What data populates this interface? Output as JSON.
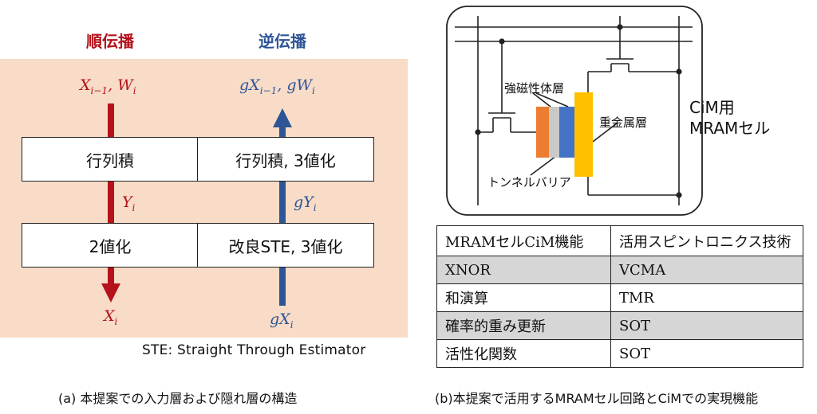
{
  "panel_a": {
    "forward_header": "順伝播",
    "backward_header": "逆伝播",
    "fwd_input_main": "X",
    "fwd_input_sub": "i−1",
    "fwd_input_sep": ", ",
    "fwd_input_w": "W",
    "fwd_input_wsub": "i",
    "bwd_output_main": "gX",
    "bwd_output_sub": "i−1",
    "bwd_output_sep": ", ",
    "bwd_output_w": "gW",
    "bwd_output_wsub": "i",
    "row1_left": "行列積",
    "row1_right": "行列積, 3値化",
    "fwd_mid_main": "Y",
    "fwd_mid_sub": "i",
    "bwd_mid_main": "gY",
    "bwd_mid_sub": "i",
    "row2_left": "2値化",
    "row2_right": "改良STE, 3値化",
    "fwd_out_main": "X",
    "fwd_out_sub": "i",
    "bwd_in_main": "gX",
    "bwd_in_sub": "i",
    "ste_footnote": "STE: Straight Through Estimator",
    "caption": "(a) 本提案での入力層および隠れ層の構造"
  },
  "panel_b": {
    "circuit": {
      "label_ferro": "強磁性体層",
      "label_metal": "重金属層",
      "label_tunnel": "トンネルバリア",
      "cim_label_line1": "CiM用",
      "cim_label_line2": "MRAMセル",
      "colors": {
        "free_layer": "#ed7d31",
        "barrier": "#c9c9c9",
        "fixed_layer": "#4472c4",
        "heavy_metal": "#ffc000"
      }
    },
    "table": {
      "headers": [
        "MRAMセルCiM機能",
        "活用スピントロニクス技術"
      ],
      "rows": [
        {
          "func": "XNOR",
          "tech": "VCMA",
          "shaded": true
        },
        {
          "func": "和演算",
          "tech": "TMR",
          "shaded": false
        },
        {
          "func": "確率的重み更新",
          "tech": "SOT",
          "shaded": true
        },
        {
          "func": "活性化関数",
          "tech": "SOT",
          "shaded": false
        }
      ]
    },
    "caption": "(b)本提案で活用するMRAMセル回路とCiMでの実現機能"
  },
  "colors": {
    "forward": "#b5121b",
    "backward": "#2f5597",
    "panel_background": "#f8dcc7"
  }
}
